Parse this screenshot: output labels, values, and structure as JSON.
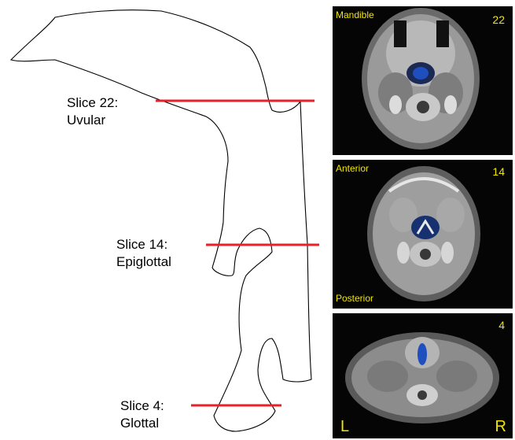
{
  "slices": [
    {
      "name": "Slice 22:",
      "level": "Uvular"
    },
    {
      "name": "Slice 14:",
      "level": "Epiglottal"
    },
    {
      "name": "Slice 4:",
      "level": "Glottal"
    }
  ],
  "panels": [
    {
      "number": "22",
      "top_label": "Mandible"
    },
    {
      "number": "14",
      "top_label": "Anterior",
      "bottom_label": "Posterior"
    },
    {
      "number": "4",
      "left_label": "L",
      "right_label": "R"
    }
  ],
  "colors": {
    "slice_line": "#e8202a",
    "outline": "#000000",
    "overlay_text": "#f2e600",
    "panel_bg": "#050505",
    "airway_highlight": "#1f4fbf"
  }
}
